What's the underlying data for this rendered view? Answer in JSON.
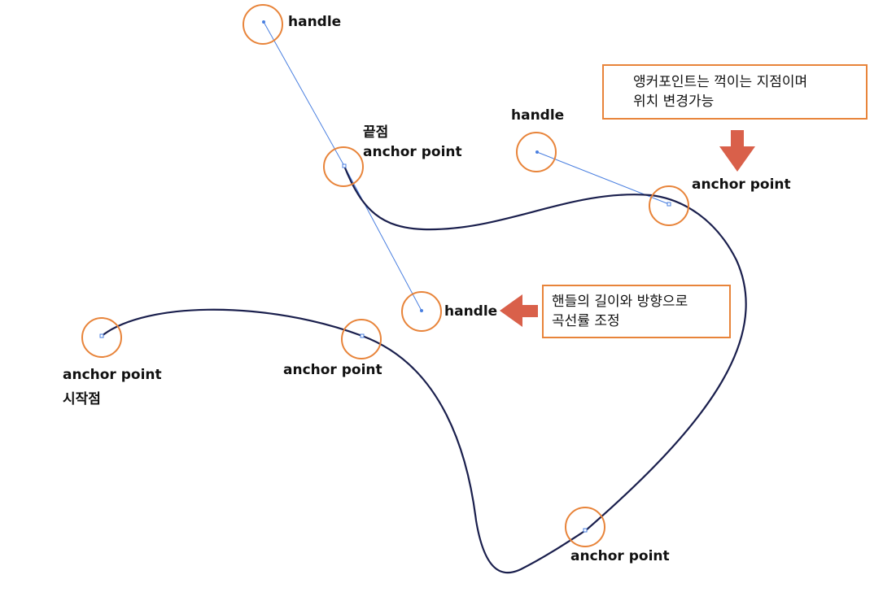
{
  "labels": {
    "handle_top": "handle",
    "handle_right": "handle",
    "handle_middle": "handle",
    "end_point_ko": "끝점",
    "end_anchor": "anchor point",
    "anchor_right": "anchor point",
    "anchor_start": "anchor point",
    "start_point_ko": "시작점",
    "anchor_mid_left": "anchor point",
    "anchor_bottom": "anchor point"
  },
  "callouts": {
    "anchor_info": {
      "line1": "앵커포인트는 꺽이는 지점이며",
      "line2": "위치 변경가능"
    },
    "handle_info": {
      "line1": "핸들의 길이와 방향으로",
      "line2": "곡선률 조정"
    }
  },
  "colors": {
    "circle": "#e8843a",
    "curve": "#1a1f4d",
    "handle_line": "#4a7fe0",
    "arrow": "#d9604a",
    "box_border": "#e8843a"
  }
}
